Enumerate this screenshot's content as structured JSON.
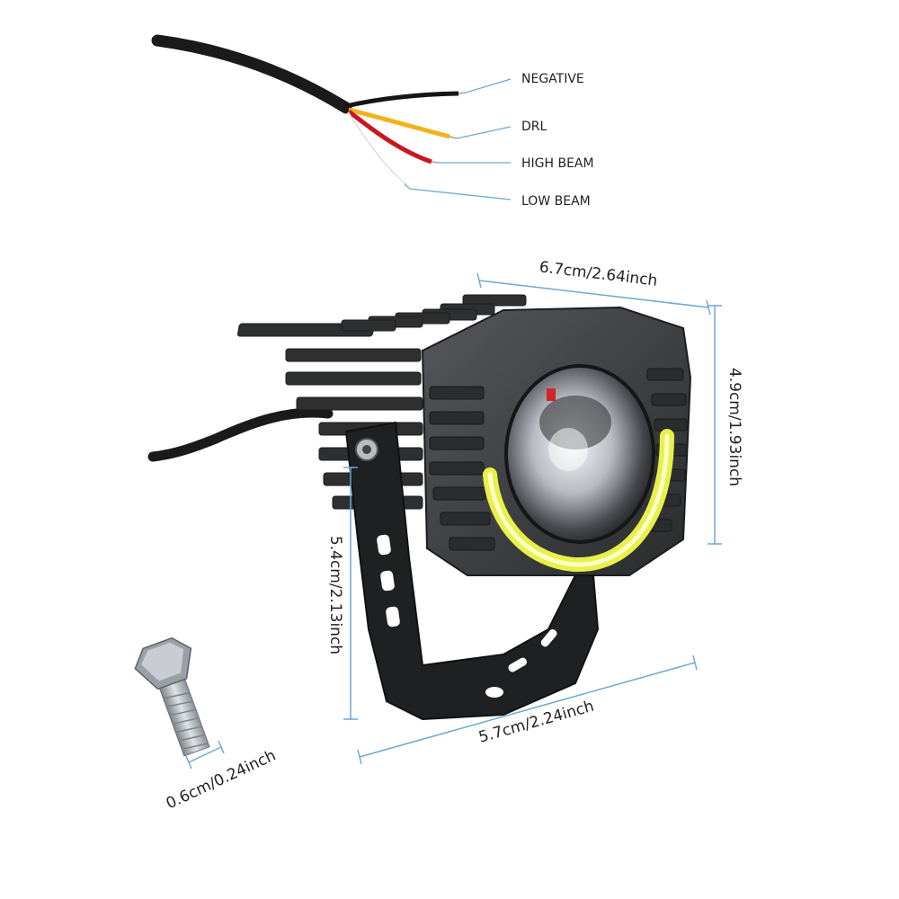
{
  "wires": {
    "negative": "NEGATIVE",
    "drl": "DRL",
    "high_beam": "HIGH BEAM",
    "low_beam": "LOW BEAM"
  },
  "dimensions": {
    "width": "6.7cm/2.64inch",
    "height": "4.9cm/1.93inch",
    "bracket_height": "5.4cm/2.13inch",
    "base_width": "5.7cm/2.24inch",
    "bolt": "0.6cm/0.24inch"
  },
  "colors": {
    "dimension_line": "#6fa8d2",
    "housing": "#3a3b3d",
    "halo_ring": "#e8f04a",
    "wire_negative": "#151515",
    "wire_drl": "#f2b21e",
    "wire_high_beam": "#c8181e",
    "wire_low_beam": "#ffffff"
  }
}
